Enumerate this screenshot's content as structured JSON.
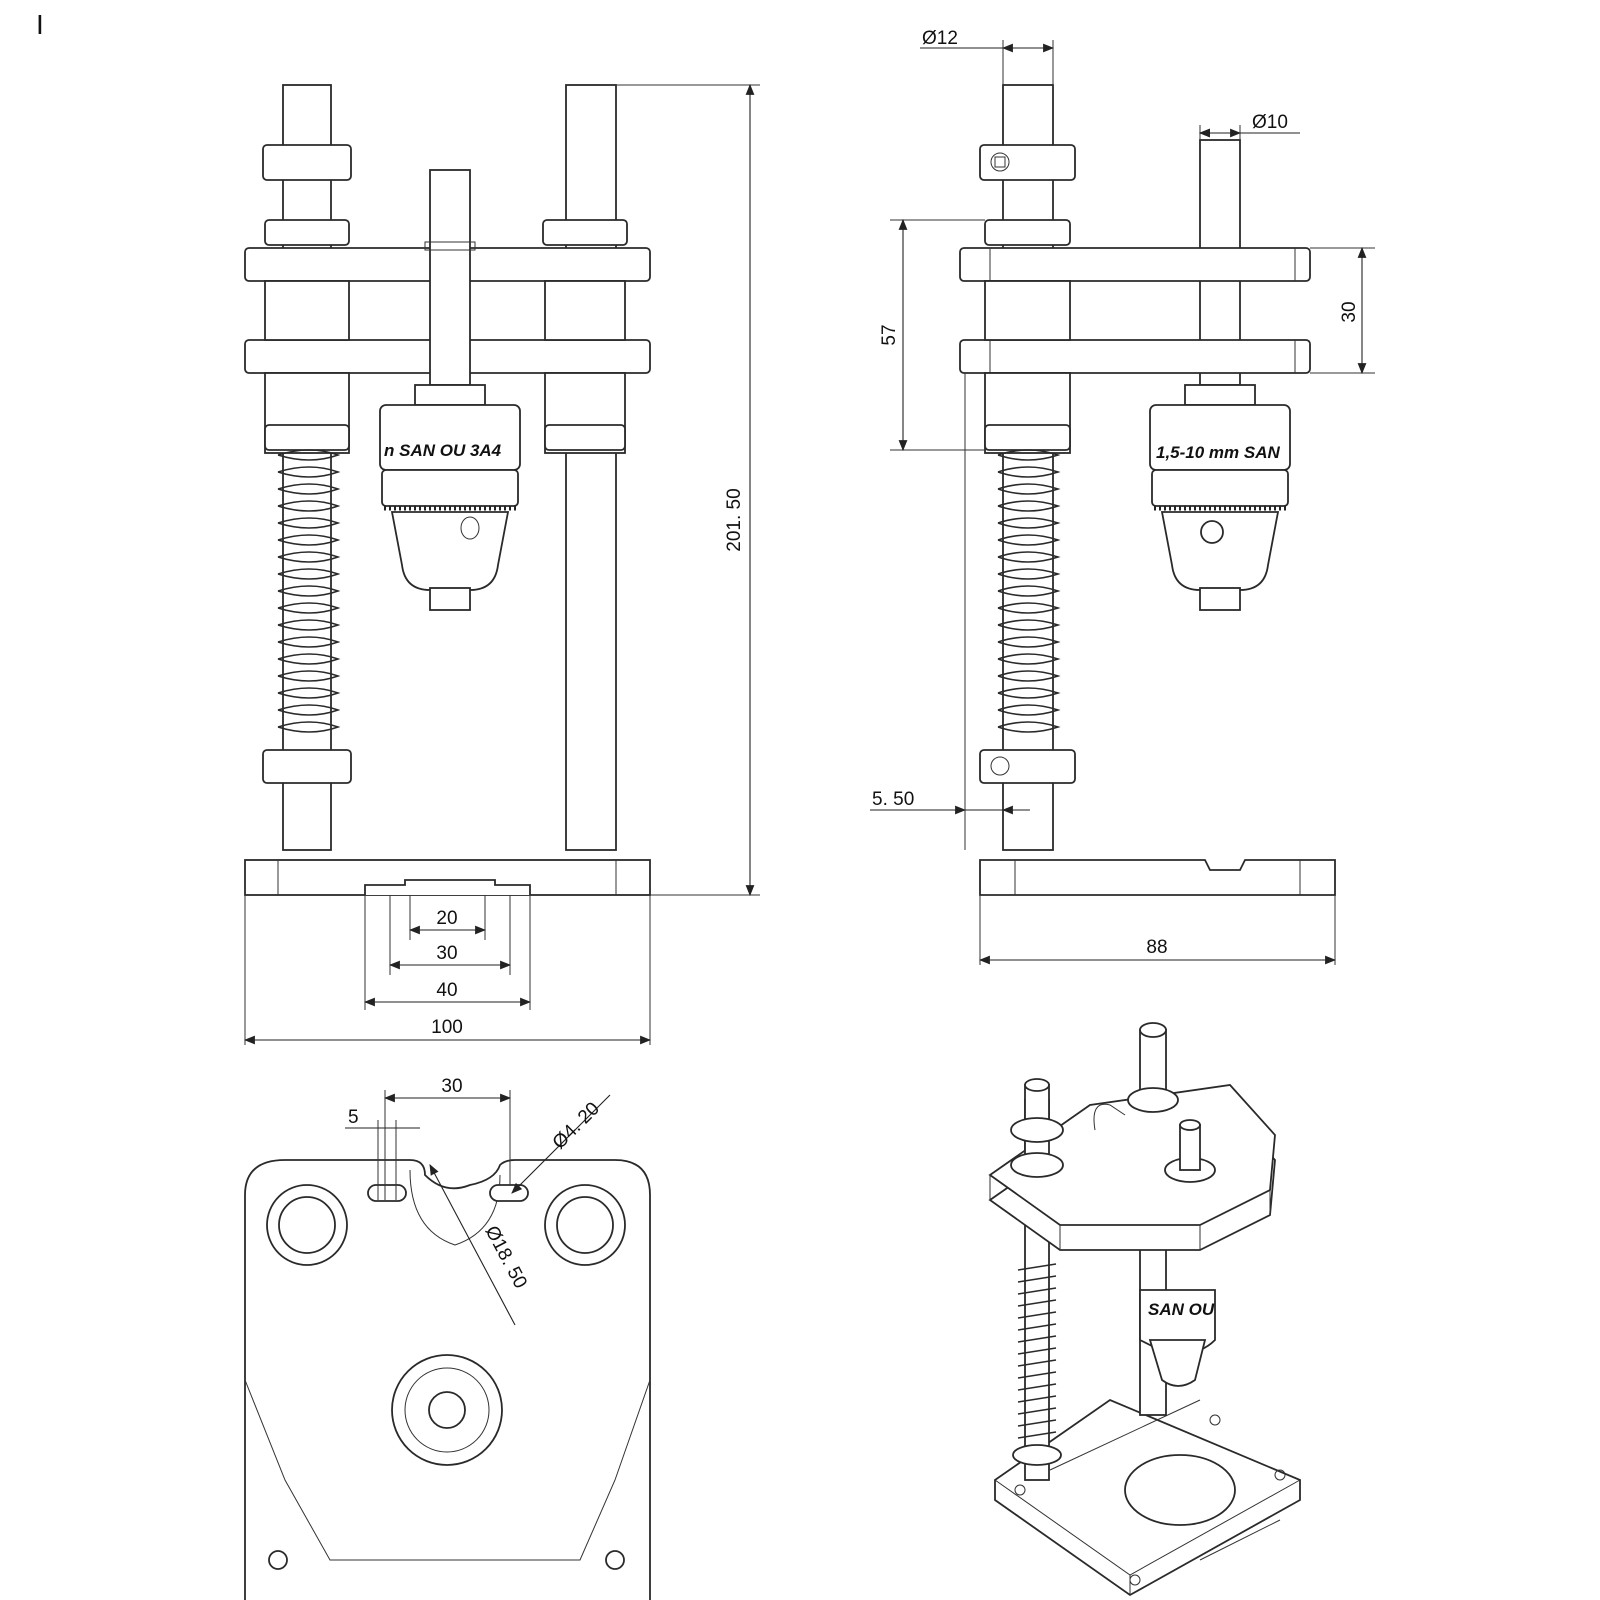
{
  "corner_mark": "I",
  "front_view": {
    "height_dim": "201. 50",
    "base_width_dim": "100",
    "slot_dims": [
      "20",
      "30",
      "40"
    ],
    "chuck_label": "n SAN OU  3A4"
  },
  "side_view": {
    "post_dia_dim": "Ø12",
    "spindle_dia_dim": "Ø10",
    "clamp_height_dim": "57",
    "plate_span_dim": "30",
    "offset_dim": "5. 50",
    "base_depth_dim": "88",
    "chuck_label": "1,5-10 mm SAN"
  },
  "top_view": {
    "slot_spacing_dim": "30",
    "slot_width_dim": "5",
    "slot_hole_dim": "Ø4. 20",
    "cutout_dim": "Ø18. 50"
  },
  "iso_view": {
    "chuck_label": "SAN OU"
  }
}
